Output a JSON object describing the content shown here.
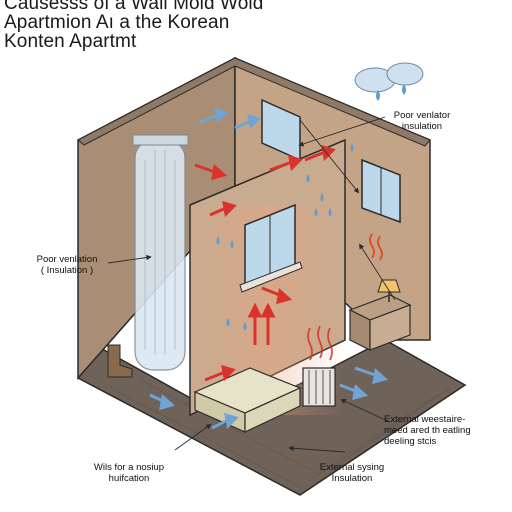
{
  "title": {
    "line1": "Causesss of a Wall Mold Wold",
    "line2": "Apartmion Aı a the Korean",
    "line3": "Konten Apartmt"
  },
  "labels": {
    "top_right": {
      "line1": "Poor venlator",
      "line2": "insulation"
    },
    "left": {
      "line1": "Poor venlation",
      "line2": "( Insulation )"
    },
    "bottom_right": {
      "line1": "External weestaire-",
      "line2": "meed ared th eatling",
      "line3": "deeling stcis"
    },
    "bottom_center": {
      "line1": "External sysing",
      "line2": "Insulation"
    },
    "bottom_left": {
      "line1": "Wils for a nosiup",
      "line2": "huifcation"
    }
  },
  "colors": {
    "wall": "#c9ab90",
    "wall_shade": "#a98d74",
    "floor": "#6f6259",
    "outline": "#2b2b2b",
    "arrow_red": "#d9332b",
    "arrow_blue": "#6fa4d4",
    "window_glass": "#bcd8ea",
    "droplet": "#5c9cd0"
  },
  "icons": [
    "cloud-rain-icon",
    "water-droplet-icon",
    "heat-waves-icon",
    "radiator-icon",
    "lamp-icon",
    "boot-icon"
  ]
}
